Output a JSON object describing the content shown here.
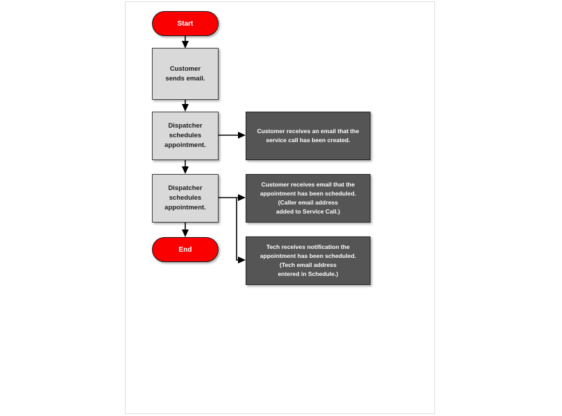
{
  "document": {
    "background_color": "#ffffff",
    "page_color": "#ffffff",
    "page_border_color": "#dcdcdc"
  },
  "palette": {
    "terminator_fill": "#fa0000",
    "terminator_text": "#ffffff",
    "process_fill": "#d9d9d9",
    "process_text": "#1a1a1a",
    "note_fill": "#555555",
    "note_text": "#ffffff",
    "connector": "#000000"
  },
  "chart_data": {
    "type": "diagram",
    "title": "",
    "nodes": [
      {
        "id": "start",
        "shape": "terminator",
        "label": "Start"
      },
      {
        "id": "process1",
        "shape": "process",
        "label": "Customer\nsends email."
      },
      {
        "id": "process2",
        "shape": "process",
        "label": "Dispatcher\nschedules\nappointment."
      },
      {
        "id": "process3",
        "shape": "process",
        "label": "Dispatcher\nschedules\nappointment."
      },
      {
        "id": "end",
        "shape": "terminator",
        "label": "End"
      },
      {
        "id": "note1",
        "shape": "note",
        "label": "Customer receives an email that the\nservice call has been created."
      },
      {
        "id": "note2",
        "shape": "note",
        "label": "Customer receives email that the\nappointment has been scheduled.\n(Caller email address\nadded to Service Call.)"
      },
      {
        "id": "note3",
        "shape": "note",
        "label": "Tech receives notification the\nappointment has been scheduled.\n(Tech email address\nentered in Schedule.)"
      }
    ],
    "edges": [
      {
        "from": "start",
        "to": "process1",
        "direction": "down"
      },
      {
        "from": "process1",
        "to": "process2",
        "direction": "down"
      },
      {
        "from": "process2",
        "to": "process3",
        "direction": "down"
      },
      {
        "from": "process3",
        "to": "end",
        "direction": "down"
      },
      {
        "from": "process2",
        "to": "note1",
        "direction": "right"
      },
      {
        "from": "process3",
        "to": "note2",
        "direction": "right"
      },
      {
        "from": "process3",
        "to": "note3",
        "direction": "right-down"
      }
    ]
  },
  "flow": {
    "start_label": "Start",
    "end_label": "End",
    "process1_label": "Customer\nsends email.",
    "process2_label": "Dispatcher\nschedules\nappointment.",
    "process3_label": "Dispatcher\nschedules\nappointment.",
    "note1_label": "Customer receives an email that the\nservice call has been created.",
    "note2_label": "Customer receives email that the\nappointment has been scheduled.\n(Caller email address\nadded to Service Call.)",
    "note3_label": "Tech receives notification the\nappointment has been scheduled.\n(Tech email address\nentered in Schedule.)"
  }
}
